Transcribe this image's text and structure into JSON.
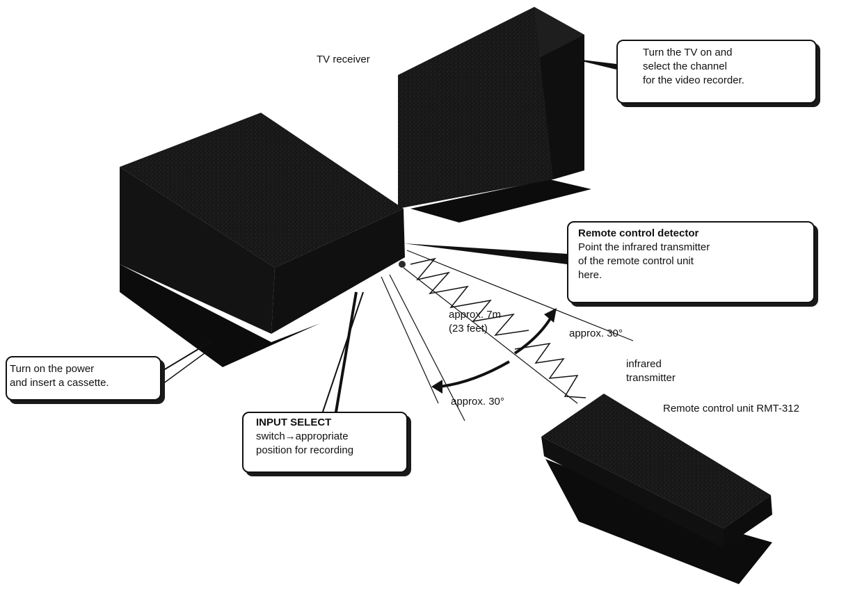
{
  "labels": {
    "tv_receiver": "TV receiver",
    "approx_distance_line1": "approx. 7m",
    "approx_distance_line2": "(23 feet)",
    "approx_angle_right": "approx. 30°",
    "approx_angle_left": "approx. 30°",
    "infrared_line1": "infrared",
    "infrared_line2": "transmitter",
    "remote_unit": "Remote control unit RMT-312"
  },
  "callouts": {
    "tv": [
      "Turn the TV on and",
      "select the channel",
      "for the video recorder."
    ],
    "detector_title": "Remote control detector",
    "detector": [
      "Point the infrared transmitter",
      "of the remote control unit",
      "here."
    ],
    "power": [
      "Turn on the power",
      "and insert a cassette."
    ],
    "input_select_title": "INPUT SELECT",
    "input_select": [
      "switch→appropriate",
      "position for recording"
    ]
  },
  "colors": {
    "device": "#141414",
    "device_top": "#1e1e1e",
    "shadow": "#0c0c0c",
    "line": "#111111",
    "background": "#ffffff"
  }
}
